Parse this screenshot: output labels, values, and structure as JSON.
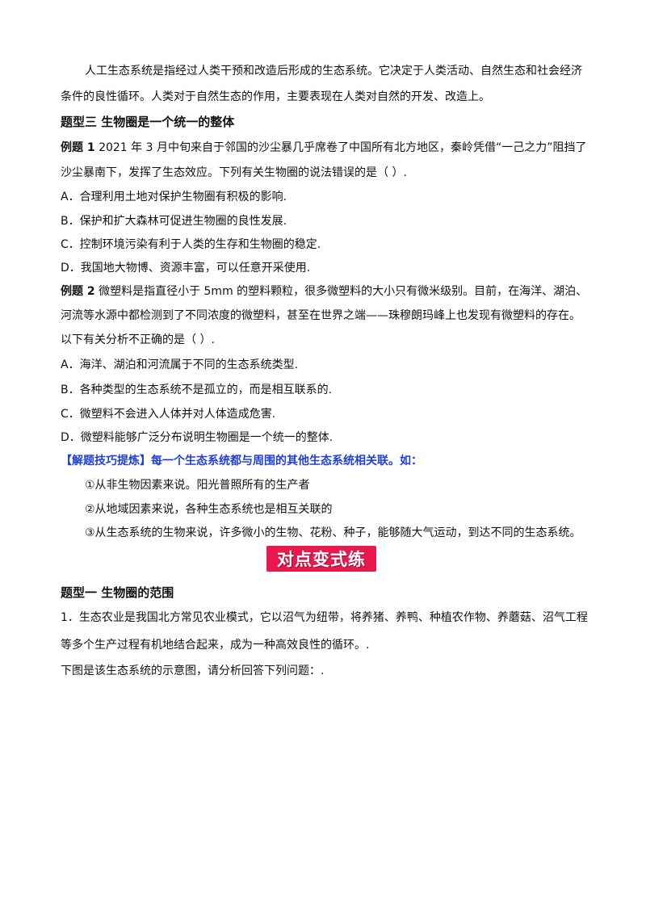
{
  "intro": {
    "line1": "人工生态系统是指经过人类干预和改造后形成的生态系统。它决定于人类活动、自然生态和社会经济",
    "line2": "条件的良性循环。人类对于自然生态的作用，主要表现在人类对自然的开发、改造上。"
  },
  "section3": {
    "title": "题型三    生物圈是一个统一的整体"
  },
  "ex1": {
    "label": "例题 1",
    "line1": " 2021 年 3 月中旬来自于邻国的沙尘暴几乎席卷了中国所有北方地区，秦岭凭借“一己之力”阻挡了",
    "line2": "沙尘暴南下，发挥了生态效应。下列有关生物圈的说法错误的是（        ）.",
    "options": [
      "A．合理利用土地对保护生物圈有积极的影响.",
      "B．保护和扩大森林可促进生物圈的良性发展.",
      "C．控制环境污染有利于人类的生存和生物圈的稳定.",
      "D．我国地大物博、资源丰富，可以任意开采使用."
    ]
  },
  "ex2": {
    "label": "例题 2",
    "line1": " 微塑料是指直径小于 5mm 的塑料颗粒，很多微塑料的大小只有微米级别。目前，在海洋、湖泊、",
    "line2": "河流等水源中都检测到了不同浓度的微塑料，甚至在世界之端——珠穆朗玛峰上也发现有微塑料的存在。",
    "line3": "以下有关分析不正确的是（        ）.",
    "options": [
      "A．海洋、湖泊和河流属于不同的生态系统类型.",
      "B．各种类型的生态系统不是孤立的，而是相互联系的.",
      "C．微塑料不会进入人体并对人体造成危害.",
      "D．微塑料能够广泛分布说明生物圈是一个统一的整体."
    ]
  },
  "tip": {
    "text": "【解题技巧提炼】每一个生态系统都与周围的其他生态系统相关联。如：",
    "items": [
      "①从非生物因素来说。阳光普照所有的生产者",
      "②从地域因素来说，各种生态系统也是相互关联的",
      "③从生态系统的生物来说，许多微小的生物、花粉、种子，能够随大气运动，到达不同的生态系统。"
    ]
  },
  "banner": {
    "text": "对点变式练"
  },
  "section1": {
    "title": "题型一    生物圈的范围"
  },
  "q1": {
    "line1": "1．生态农业是我国北方常见农业模式，它以沼气为纽带，将养猪、养鸭、种植农作物、养蘑菇、沼气工程",
    "line2": "等多个生产过程有机地结合起来，成为一种高效良性的循环。.",
    "line3": "下图是该生态系统的示意图，请分析回答下列问题：."
  }
}
